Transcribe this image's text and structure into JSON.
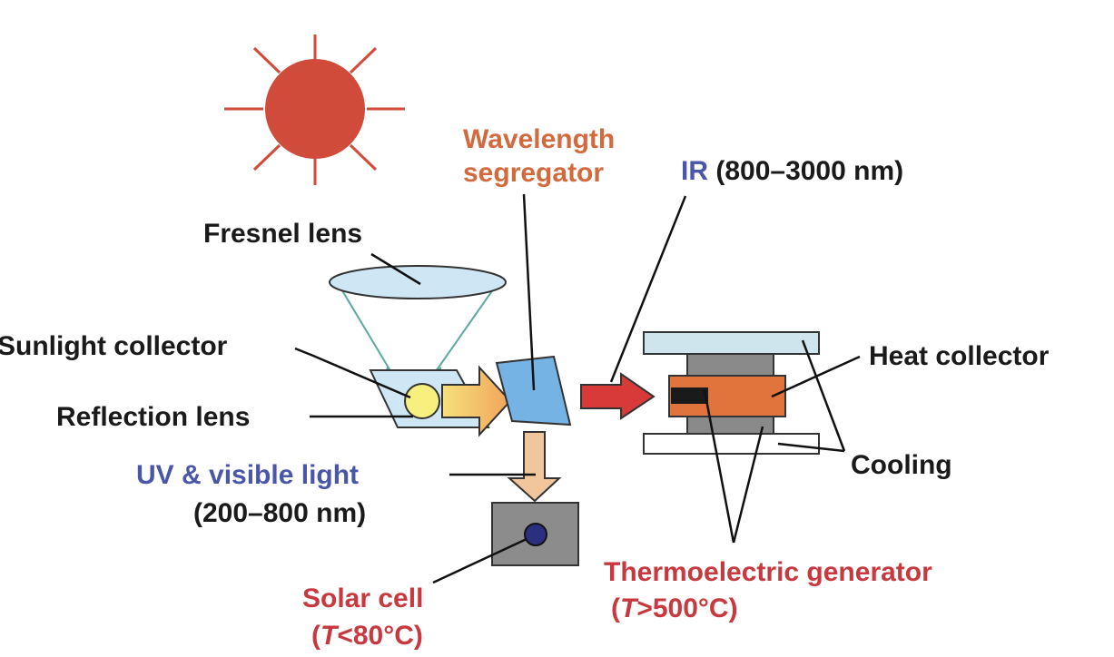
{
  "colors": {
    "sun": "#d14b3b",
    "label_dark": "#1a1a1a",
    "label_blue": "#4a57a8",
    "label_orange": "#d36a3e",
    "label_red": "#c8393f",
    "ir_arrow": "#d83a3a",
    "uv_arrow": "#f2c69d",
    "heat_collector": "#e0743c",
    "te_block": "#8a8a8a",
    "cooling_plate_top": "#cfe5ee",
    "cooling_plate_bottom": "#ffffff",
    "lens": "#cfe6f5",
    "segregator": "#74b3e3",
    "solar_cell_box": "#8c8c8c",
    "solar_cell_dot": "#2b2f7f",
    "sunlight_ball": "#f7f07f"
  },
  "labels": {
    "wavelength_segregator_line1": "Wavelength",
    "wavelength_segregator_line2": "segregator",
    "ir_prefix": "IR",
    "ir_range": " (800–3000 nm)",
    "fresnel_lens": "Fresnel lens",
    "sunlight_collector": "Sunlight collector",
    "reflection_lens": "Reflection lens",
    "heat_collector": "Heat collector",
    "cooling": "Cooling",
    "uv_visible": "UV & visible light",
    "uv_range": "(200–800 nm)",
    "thermoelectric_generator": "Thermoelectric generator",
    "te_temp_open": "(",
    "te_temp_var": "T",
    "te_temp_rest": ">500°C)",
    "solar_cell": "Solar cell",
    "sc_temp_open": "(",
    "sc_temp_var": "T",
    "sc_temp_rest": "<80°C)"
  },
  "icons": {
    "sun": "sun-icon"
  }
}
